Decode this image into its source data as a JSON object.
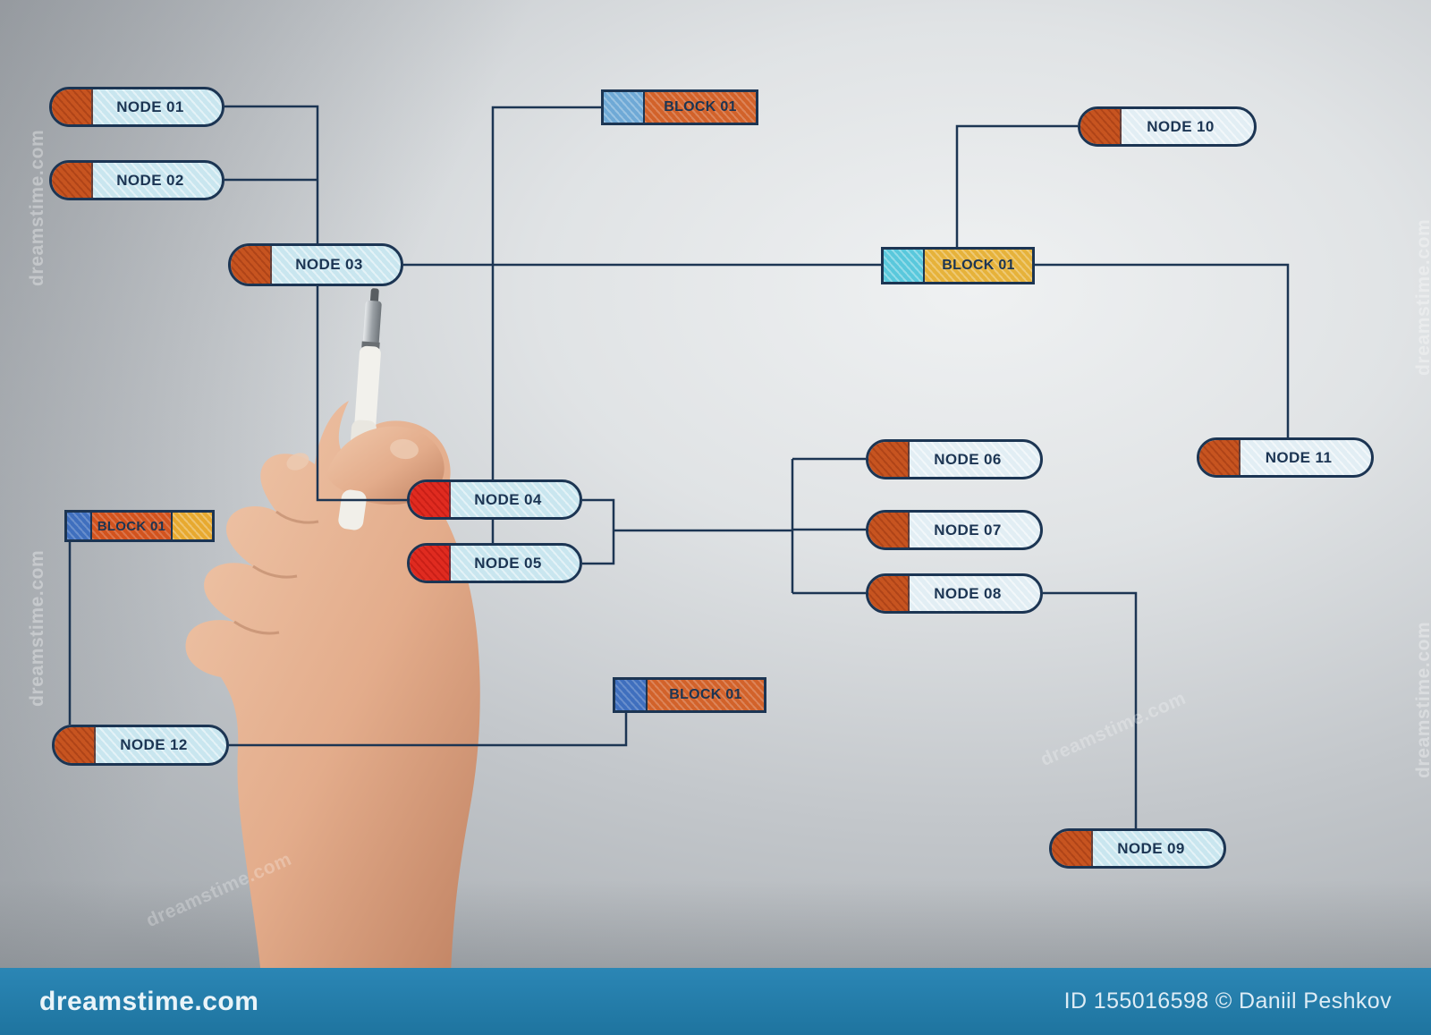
{
  "nodes": {
    "node01": {
      "label": "NODE 01"
    },
    "node02": {
      "label": "NODE 02"
    },
    "node03": {
      "label": "NODE 03"
    },
    "node04": {
      "label": "NODE 04"
    },
    "node05": {
      "label": "NODE 05"
    },
    "node06": {
      "label": "NODE 06"
    },
    "node07": {
      "label": "NODE 07"
    },
    "node08": {
      "label": "NODE 08"
    },
    "node09": {
      "label": "NODE 09"
    },
    "node10": {
      "label": "NODE 10"
    },
    "node11": {
      "label": "NODE 11"
    },
    "node12": {
      "label": "NODE 12"
    }
  },
  "blocks": {
    "top": {
      "label": "BLOCK 01"
    },
    "right": {
      "label": "BLOCK 01"
    },
    "left": {
      "label": "BLOCK 01"
    },
    "bottom": {
      "label": "BLOCK 01"
    }
  },
  "connections": [
    "NODE 01 -> NODE 03",
    "NODE 02 -> NODE 03",
    "NODE 03 -> NODE 04",
    "NODE 03 -> BLOCK 01 (right)",
    "BLOCK 01 (top) -> NODE 05",
    "NODE 04 / NODE 05 -> NODE 06, NODE 07, NODE 08",
    "BLOCK 01 (right) -> NODE 10",
    "BLOCK 01 (right) -> NODE 11",
    "NODE 08 -> NODE 09",
    "BLOCK 01 (left) -> NODE 12",
    "NODE 12 -> BLOCK 01 (bottom)"
  ],
  "watermark": {
    "brand": "dreamstime.com",
    "credit": "ID 155016598 © Daniil Peshkov"
  },
  "colors": {
    "line": "#1c3553",
    "node_fill": "#c9e6ef",
    "cap_orange": "#c75420",
    "cap_red": "#e02b20",
    "block_orange": "#d2622a",
    "block_yellow": "#e6b23a",
    "block_blue": "#3f6fbe",
    "block_cyan": "#59c8dc",
    "bar_blue": "#2179a8"
  }
}
